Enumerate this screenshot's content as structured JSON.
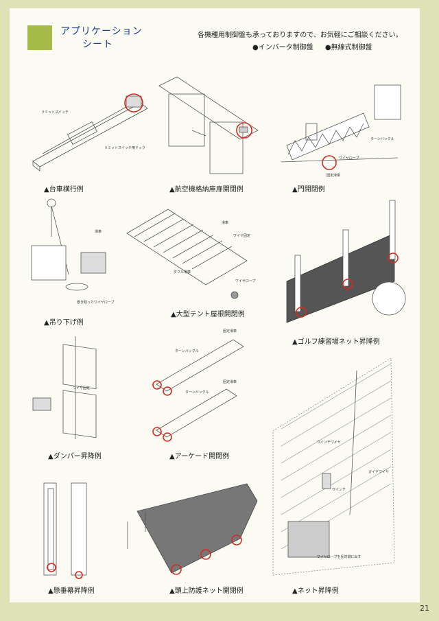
{
  "header": {
    "title_line1": "アプリケーション",
    "title_line2": "シート",
    "note": "各機種用制御盤も承っておりますので、お気軽にご相談ください。",
    "options": [
      "●インバータ制御盤",
      "●無線式制御盤"
    ]
  },
  "captions": [
    "▲台車横行例",
    "▲航空機格納庫扉開閉例",
    "▲門開閉例",
    "▲吊り下げ例",
    "▲大型テント屋根開閉例",
    "▲ゴルフ練習場ネット昇降例",
    "▲ダンパー昇降例",
    "▲アーケード開閉例",
    "▲懸垂幕昇降例",
    "▲頭上防護ネット開閉例",
    "▲ネット昇降例"
  ],
  "labels": {
    "limit_switch": "リミットスイッチ",
    "limit_switch_dog": "リミットスイッチ用ドック",
    "turnbuckle": "ターンバックル",
    "wire_rope": "ワイヤロープ",
    "fixed_pulley": "固定滑車",
    "pulley": "滑車",
    "wire_fixed": "ワイヤ固定",
    "double_pulley": "ダブル滑車",
    "rewound_wire": "巻き取ったワイヤロープ",
    "winch_wire": "ウインチワイヤ",
    "guide_wire": "ガイドワイヤ",
    "wire_fold_out": "ワイヤロープを反対側に出す",
    "winch": "ウインチ"
  },
  "page_number": "21"
}
